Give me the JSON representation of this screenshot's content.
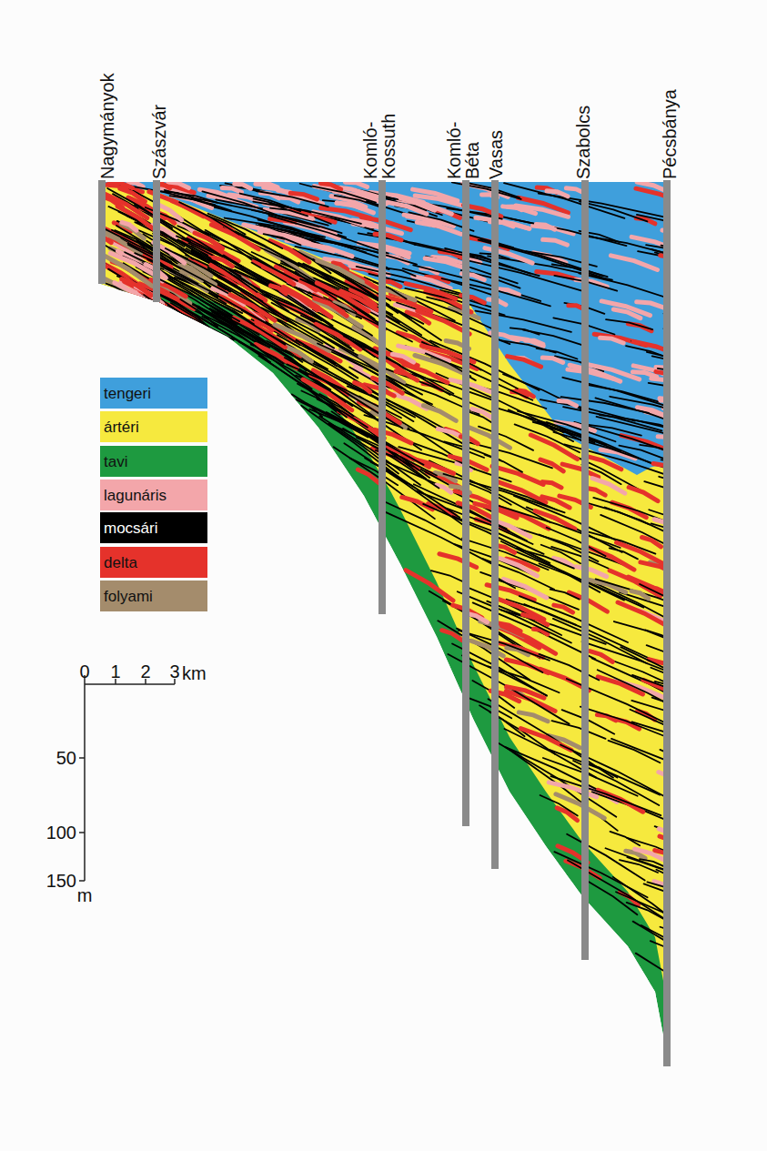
{
  "diagram": {
    "labels": [
      "Nagymányok",
      "Szászvár",
      "Komló- Kossuth",
      "Komló- Béta",
      "Vasas",
      "Szabolcs",
      "Pécsbánya",
      "0",
      "1",
      "2",
      "3",
      "km",
      "50",
      "100",
      "150",
      "m"
    ],
    "legend": [
      {
        "text": "tengeri",
        "color": "#3f9fdc"
      },
      {
        "text": "ártéri",
        "color": "#f6e93e"
      },
      {
        "text": "tavi",
        "color": "#1e9a40"
      },
      {
        "text": "lagunáris",
        "color": "#f3a6aa"
      },
      {
        "text": "mocsári",
        "color": "#000000"
      },
      {
        "text": "delta",
        "color": "#e5322b"
      },
      {
        "text": "folyami",
        "color": "#a48c6c"
      }
    ]
  }
}
